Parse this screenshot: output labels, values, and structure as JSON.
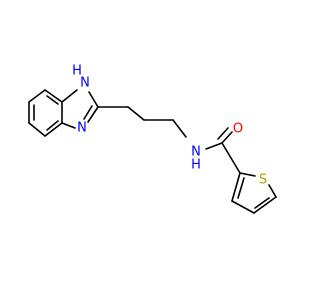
{
  "molecule": {
    "labels": {
      "nh": "H",
      "n1": "N",
      "n3": "N",
      "amide_n": "N",
      "amide_h": "H",
      "oxygen": "O",
      "sulfur": "S"
    },
    "colors": {
      "bond": "#000000",
      "nitrogen": "#0000ff",
      "oxygen": "#ff0000",
      "sulfur": "#b3a100"
    }
  }
}
